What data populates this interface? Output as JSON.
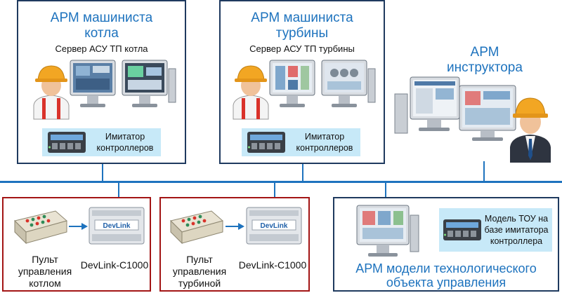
{
  "workstations": {
    "boiler": {
      "title_line1": "АРМ машиниста",
      "title_line2": "котла",
      "server": "Сервер АСУ ТП котла",
      "simulator_line1": "Имитатор",
      "simulator_line2": "контроллеров"
    },
    "turbine": {
      "title_line1": "АРМ машиниста",
      "title_line2": "турбины",
      "server": "Сервер АСУ ТП турбины",
      "simulator_line1": "Имитатор",
      "simulator_line2": "контроллеров"
    },
    "instructor": {
      "title_line1": "АРМ",
      "title_line2": "инструктора"
    }
  },
  "control_panels": {
    "boiler": {
      "panel_line1": "Пульт",
      "panel_line2": "управления",
      "panel_line3": "котлом",
      "device": "DevLink-C1000",
      "device_logo": "DevLink"
    },
    "turbine": {
      "panel_line1": "Пульт",
      "panel_line2": "управления",
      "panel_line3": "турбиной",
      "device": "DevLink-C1000",
      "device_logo": "DevLink"
    }
  },
  "model": {
    "box_line1": "Модель ТОУ на",
    "box_line2": "базе имитатора",
    "box_line3": "контроллера",
    "title_line1": "АРМ модели технологического",
    "title_line2": "объекта управления"
  },
  "colors": {
    "bus": "#1e73be",
    "title": "#1e73be",
    "panel_bg": "#c7e9f8",
    "border_blue": "#1f3a5f",
    "border_red": "#a31515",
    "helmet": "#f2a623"
  },
  "icons": [
    "engineer-icon",
    "monitor-icon",
    "controller-icon",
    "control-desk-icon",
    "devlink-device-icon",
    "arrow-icon"
  ]
}
